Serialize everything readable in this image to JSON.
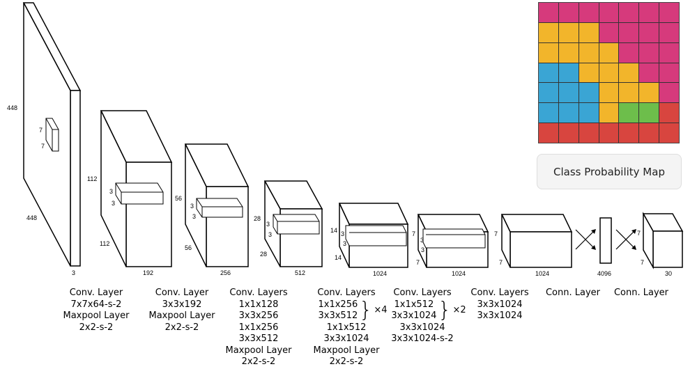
{
  "blocks": [
    {
      "caption": [
        "Conv. Layer",
        "7x7x64-s-2",
        "Maxpool Layer",
        "2x2-s-2"
      ]
    },
    {
      "caption": [
        "Conv. Layer",
        "3x3x192",
        "Maxpool Layer",
        "2x2-s-2"
      ]
    },
    {
      "caption": [
        "Conv. Layers",
        "1x1x128",
        "3x3x256",
        "1x1x256",
        "3x3x512",
        "Maxpool Layer",
        "2x2-s-2"
      ]
    },
    {
      "caption_group": [
        "1x1x256",
        "3x3x512"
      ],
      "group_mult": "×4",
      "caption_title": "Conv. Layers",
      "caption_rest": [
        "1x1x512",
        "3x3x1024",
        "Maxpool Layer",
        "2x2-s-2"
      ]
    },
    {
      "caption_group": [
        "1x1x512",
        "3x3x1024"
      ],
      "group_mult": "×2",
      "caption_title": "Conv. Layers",
      "caption_rest": [
        "3x3x1024",
        "3x3x1024-s-2"
      ]
    },
    {
      "caption": [
        "Conv. Layers",
        "3x3x1024",
        "3x3x1024"
      ]
    },
    {
      "caption": [
        "Conn. Layer"
      ]
    },
    {
      "caption": [
        "Conn. Layer"
      ]
    }
  ],
  "dims": {
    "input_h": "448",
    "input_w": "448",
    "input_d": "3",
    "k1a": "7",
    "k1b": "7",
    "b1_h": "112",
    "b1_w": "112",
    "b1_d": "192",
    "k2a": "3",
    "k2b": "3",
    "b2_h": "56",
    "b2_w": "56",
    "b2_d": "256",
    "k3a": "3",
    "k3b": "3",
    "b3_h": "28",
    "b3_w": "28",
    "b3_d": "512",
    "k4a": "3",
    "k4b": "3",
    "b4_h": "14",
    "b4_w": "14",
    "b4_d": "1024",
    "k5a": "3",
    "k5b": "3",
    "b5_h": "7",
    "b5_w": "7",
    "b5_d": "1024",
    "k6a": "3",
    "k6b": "3",
    "b6_h": "7",
    "b6_w": "7",
    "b6_d": "1024",
    "fc_d": "4096",
    "out_h": "7",
    "out_w": "7",
    "out_d": "30"
  },
  "class_map": {
    "label": "Class Probability Map",
    "colors": {
      "m": "#d63a7c",
      "y": "#f2b52b",
      "b": "#3aa5d4",
      "g": "#6dbe4b",
      "r": "#d8453f"
    },
    "rows": [
      [
        "m",
        "m",
        "m",
        "m",
        "m",
        "m",
        "m"
      ],
      [
        "y",
        "y",
        "y",
        "m",
        "m",
        "m",
        "m"
      ],
      [
        "y",
        "y",
        "y",
        "y",
        "m",
        "m",
        "m"
      ],
      [
        "b",
        "b",
        "y",
        "y",
        "y",
        "m",
        "m"
      ],
      [
        "b",
        "b",
        "b",
        "y",
        "y",
        "y",
        "m"
      ],
      [
        "b",
        "b",
        "b",
        "y",
        "g",
        "g",
        "r"
      ],
      [
        "r",
        "r",
        "r",
        "r",
        "r",
        "r",
        "r"
      ]
    ]
  }
}
